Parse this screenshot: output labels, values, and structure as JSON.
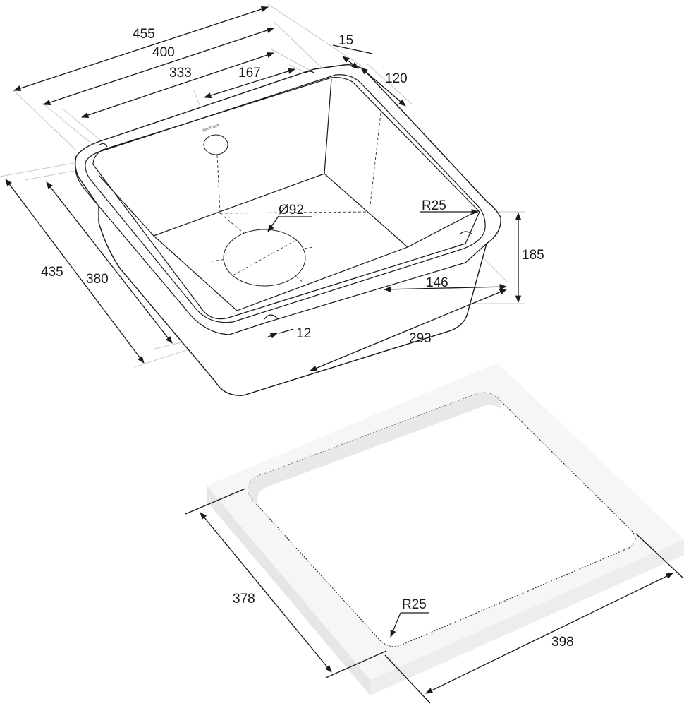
{
  "sink": {
    "dimensions": {
      "outer_length": "455",
      "length_400": "400",
      "length_333": "333",
      "drain_offset_x": "167",
      "rim_flange": "15",
      "drain_offset_y": "120",
      "outer_width": "435",
      "inner_width": "380",
      "corner_radius": "R25",
      "drain_diameter": "Ø92",
      "depth": "185",
      "dim_146": "146",
      "dim_12": "12",
      "dim_293": "293"
    },
    "brand_label": "paulmark"
  },
  "cutout": {
    "dimensions": {
      "width": "378",
      "length": "398",
      "corner_radius": "R25"
    }
  },
  "colors": {
    "line": "#1a1a1a",
    "extension_line": "#c8c8c8",
    "countertop_top": "#f6f6f6",
    "countertop_front": "#e3e3e3",
    "countertop_side": "#ececec"
  }
}
